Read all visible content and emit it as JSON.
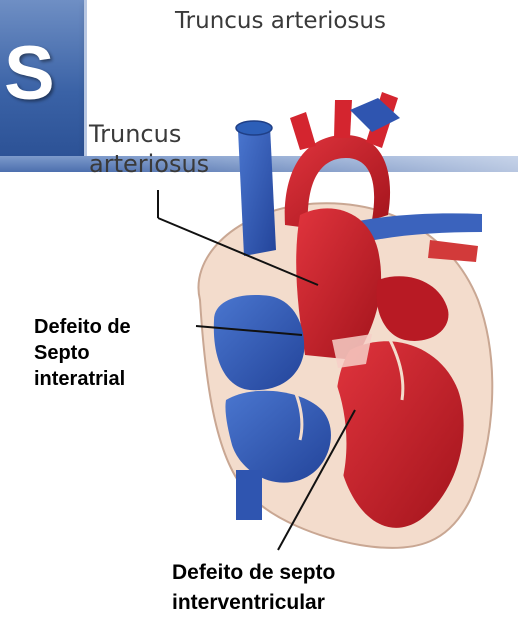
{
  "slide": {
    "banner_letter": "S"
  },
  "diagram": {
    "top_title": "Truncus arteriosus",
    "labels": {
      "truncus": "Truncus\narteriosus",
      "atrial_septal_defect": "Defeito de\nSepto\ninteratrial",
      "ventricular_septal_defect": "Defeito de septo\ninterventricular"
    },
    "colors": {
      "oxygenated": "#c8202a",
      "deoxygenated": "#2f55b0",
      "tissue": "#f3dccc",
      "banner": "#3a62a6"
    }
  }
}
